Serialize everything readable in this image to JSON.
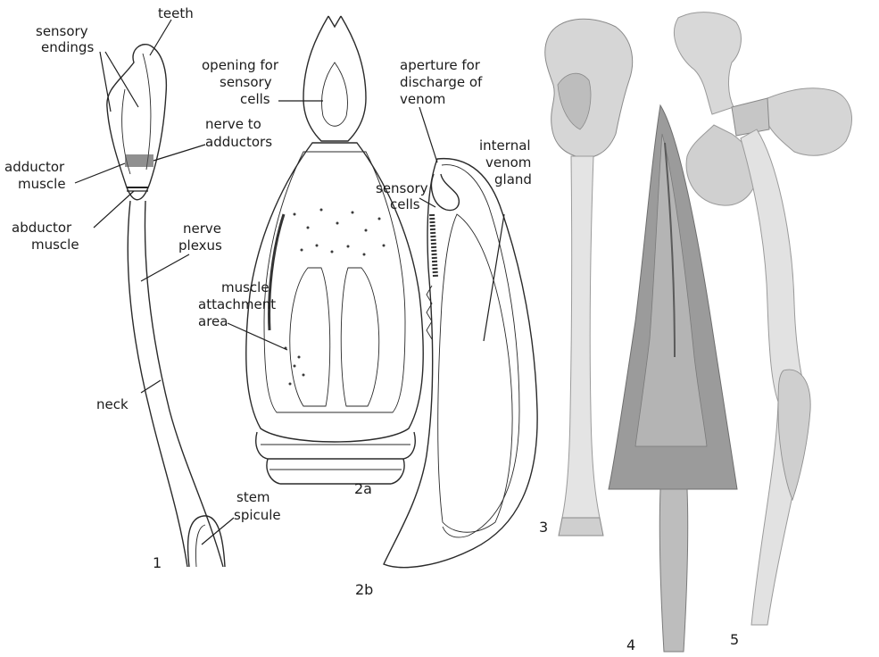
{
  "labels": {
    "sensory_endings_1": "sensory",
    "sensory_endings_2": "endings",
    "teeth": "teeth",
    "nerve_to_adductors_1": "nerve to",
    "nerve_to_adductors_2": "adductors",
    "adductor_muscle_1": "adductor",
    "adductor_muscle_2": "muscle",
    "abductor_muscle_1": "abductor",
    "abductor_muscle_2": "muscle",
    "nerve_plexus_1": "nerve",
    "nerve_plexus_2": "plexus",
    "neck": "neck",
    "stem_spicule_1": "stem",
    "stem_spicule_2": "spicule",
    "opening_1": "opening for",
    "opening_2": "sensory",
    "opening_3": "cells",
    "muscle_attachment_1": "muscle",
    "muscle_attachment_2": "attachment",
    "muscle_attachment_3": "area",
    "aperture_1": "aperture for",
    "aperture_2": "discharge of",
    "aperture_3": "venom",
    "sensory_cells_1": "sensory",
    "sensory_cells_2": "cells",
    "internal_venom_gland_1": "internal",
    "internal_venom_gland_2": "venom",
    "internal_venom_gland_3": "gland"
  },
  "figure_numbers": {
    "fig1": "1",
    "fig2a": "2a",
    "fig2b": "2b",
    "fig3": "3",
    "fig4": "4",
    "fig5": "5"
  },
  "colors": {
    "ink": "#2a2a2a",
    "shade_light": "#d9d9d9",
    "shade_mid": "#b8b8b8",
    "shade_dark": "#8f8f8f"
  }
}
